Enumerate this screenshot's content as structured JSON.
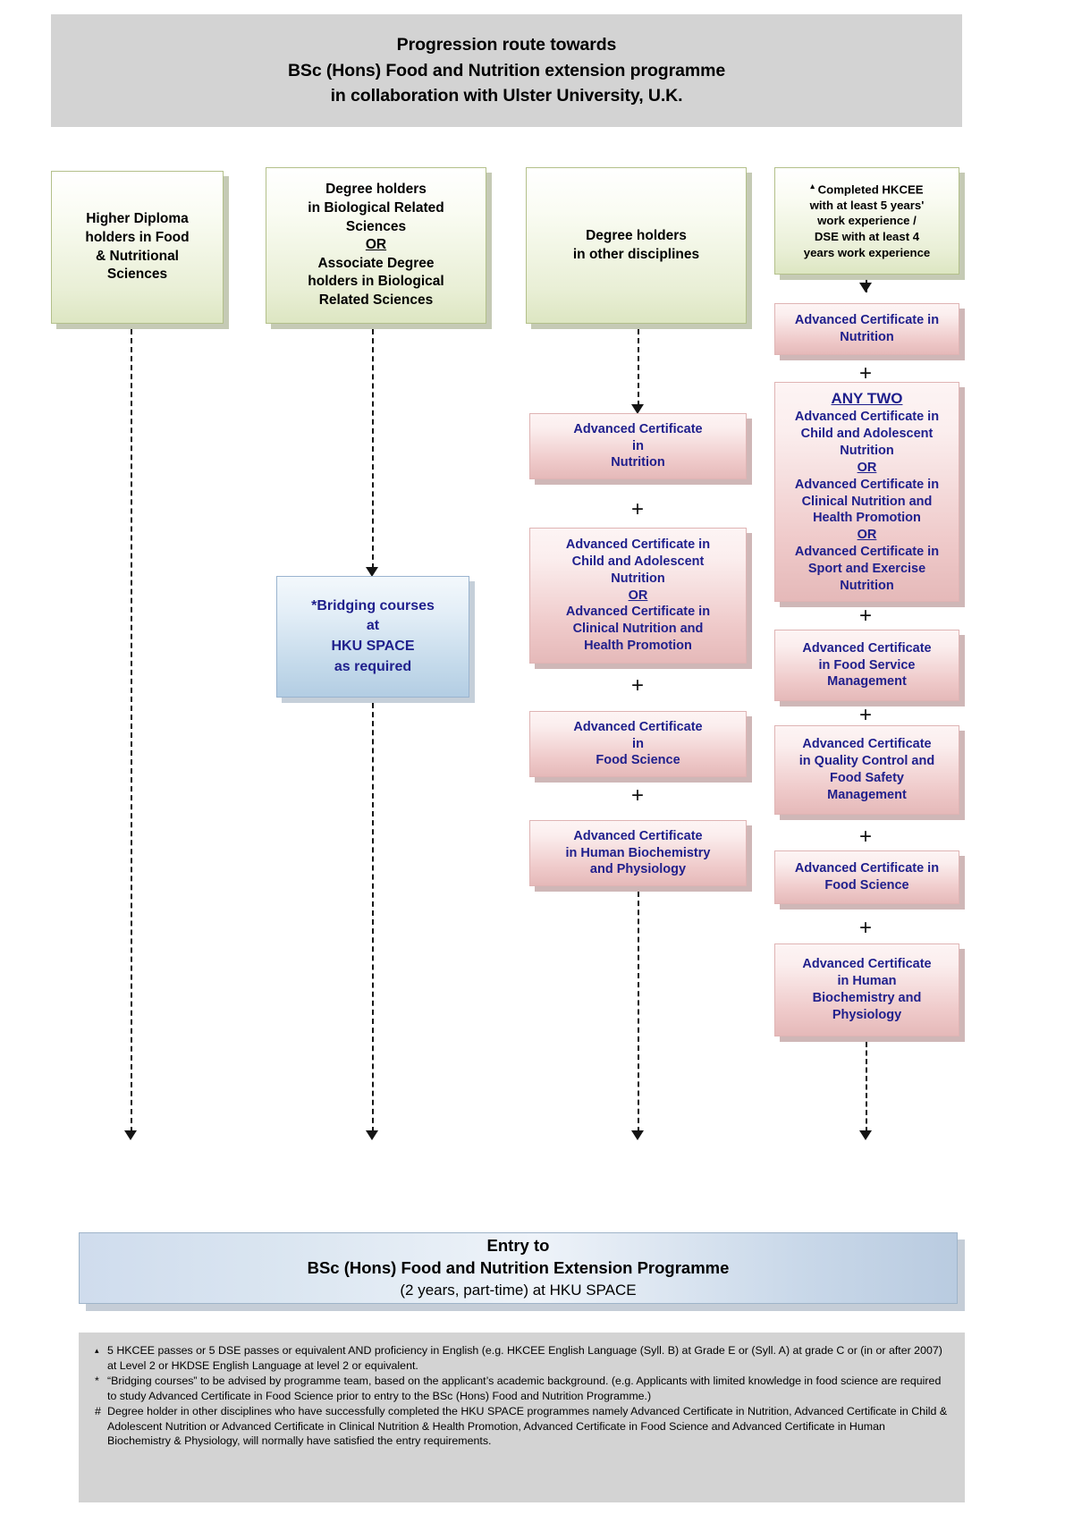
{
  "title": {
    "line1": "Progression route towards",
    "line2": "BSc (Hons) Food and Nutrition extension programme",
    "line3": "in collaboration with Ulster University, U.K."
  },
  "colors": {
    "banner_bg": "#d3d3d3",
    "green_box": "#e9efd6",
    "pink_box": "#efcaca",
    "blue_box": "#c3d9ea",
    "pink_text": "#1f1f8c",
    "footnote_bg": "#d3d3d3"
  },
  "entry_routes": [
    {
      "id": "route-higher-diploma",
      "lines": [
        "Higher Diploma",
        "holders in Food",
        "& Nutritional",
        "Sciences"
      ]
    },
    {
      "id": "route-degree-bio",
      "lines": [
        "Degree holders",
        "in Biological Related",
        "Sciences",
        "OR",
        "Associate Degree",
        "holders in Biological",
        "Related Sciences"
      ],
      "underlined_line": "OR"
    },
    {
      "id": "route-degree-other",
      "lines": [
        "Degree holders",
        "in other disciplines"
      ]
    },
    {
      "id": "route-hkcee",
      "marker": "▴",
      "lines": [
        "Completed HKCEE",
        "with at least 5 years'",
        "work experience /",
        "DSE with at least 4",
        "years work experience"
      ]
    }
  ],
  "bridging": {
    "lines": [
      "*Bridging courses",
      "at",
      "HKU SPACE",
      "as required"
    ]
  },
  "column3": {
    "plus_symbol": "+",
    "boxes": [
      {
        "id": "c3-adv-cert-nutrition",
        "lines": [
          "Advanced Certificate",
          "in",
          "Nutrition"
        ]
      },
      {
        "id": "c3-child-or-clinical",
        "lines": [
          "Advanced Certificate in",
          "Child and Adolescent",
          "Nutrition",
          "OR",
          "Advanced Certificate in",
          "Clinical Nutrition and",
          "Health Promotion"
        ],
        "underlined_line": "OR"
      },
      {
        "id": "c3-adv-cert-food-science",
        "lines": [
          "Advanced Certificate",
          "in",
          "Food Science"
        ]
      },
      {
        "id": "c3-adv-cert-biochem",
        "lines": [
          "Advanced Certificate",
          "in Human Biochemistry",
          "and Physiology"
        ]
      }
    ]
  },
  "column4": {
    "plus_symbol": "+",
    "boxes": [
      {
        "id": "c4-adv-cert-nutrition",
        "lines": [
          "Advanced Certificate in",
          "Nutrition"
        ]
      },
      {
        "id": "c4-any-two",
        "heading": "ANY TWO",
        "lines": [
          "Advanced Certificate in",
          "Child and Adolescent",
          "Nutrition",
          "OR",
          "Advanced Certificate in",
          "Clinical Nutrition and",
          "Health Promotion",
          "OR",
          "Advanced Certificate in",
          "Sport and Exercise",
          "Nutrition"
        ],
        "underlined_line": "OR"
      },
      {
        "id": "c4-food-service-mgmt",
        "lines": [
          "Advanced Certificate",
          "in Food Service",
          "Management"
        ]
      },
      {
        "id": "c4-quality-control",
        "lines": [
          "Advanced Certificate",
          "in Quality Control and",
          "Food Safety",
          "Management"
        ]
      },
      {
        "id": "c4-food-science",
        "lines": [
          "Advanced Certificate in",
          "Food Science"
        ]
      },
      {
        "id": "c4-human-biochem",
        "lines": [
          "Advanced Certificate",
          "in Human",
          "Biochemistry and",
          "Physiology"
        ]
      }
    ]
  },
  "entry_bar": {
    "line1": "Entry to",
    "line2": "BSc (Hons) Food and Nutrition Extension Programme",
    "line3": "(2 years, part-time) at HKU SPACE"
  },
  "footnotes": [
    {
      "mark": "▴",
      "text": "5 HKCEE passes or 5 DSE passes or equivalent AND proficiency in English (e.g. HKCEE English Language (Syll. B) at Grade E or (Syll. A) at grade  C or (in or after 2007) at Level 2 or HKDSE English Language at level 2 or equivalent."
    },
    {
      "mark": "*",
      "text": "“Bridging courses” to be advised by programme team, based on the applicant’s academic background. (e.g. Applicants with limited knowledge in food science are required to study Advanced Certificate in Food Science prior to entry to the BSc (Hons) Food and Nutrition Programme.)"
    },
    {
      "mark": "#",
      "text": "Degree holder in other disciplines who have successfully completed the HKU SPACE programmes namely Advanced Certificate in Nutrition, Advanced Certificate in Child & Adolescent Nutrition or Advanced Certificate in Clinical Nutrition & Health Promotion, Advanced Certificate in Food Science and Advanced Certificate in Human Biochemistry & Physiology, will normally have satisfied the entry requirements."
    }
  ]
}
